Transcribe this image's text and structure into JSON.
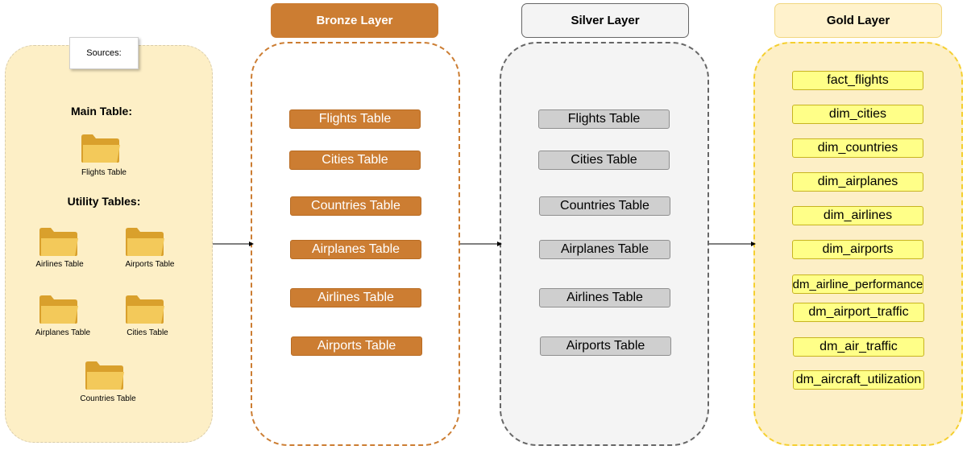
{
  "sources": {
    "label": "Sources:",
    "main_heading": "Main Table:",
    "utility_heading": "Utility Tables:",
    "main_table": "Flights Table",
    "utility_tables": [
      "Airlines Table",
      "Airports Table",
      "Airplanes Table",
      "Cities Table",
      "Countries Table"
    ]
  },
  "bronze": {
    "title": "Bronze Layer",
    "tables": [
      "Flights Table",
      "Cities Table",
      "Countries Table",
      "Airplanes Table",
      "Airlines Table",
      "Airports Table"
    ]
  },
  "silver": {
    "title": "Silver Layer",
    "tables": [
      "Flights Table",
      "Cities Table",
      "Countries Table",
      "Airplanes Table",
      "Airlines Table",
      "Airports Table"
    ]
  },
  "gold": {
    "title": "Gold Layer",
    "tables": [
      "fact_flights",
      "dim_cities",
      "dim_countries",
      "dim_airplanes",
      "dim_airlines",
      "dim_airports",
      "dm_airline_performance",
      "dm_airport_traffic",
      "dm_air_traffic",
      "dm_aircraft_utilization"
    ]
  },
  "colors": {
    "bronze": "#cc7d32",
    "silver": "#cfcfcf",
    "gold": "#ffff88",
    "sources_bg": "#fdefc6",
    "folder": "#e8b33a"
  },
  "icons": {
    "folder": "folder-icon",
    "arrow": "arrow-right-icon"
  }
}
